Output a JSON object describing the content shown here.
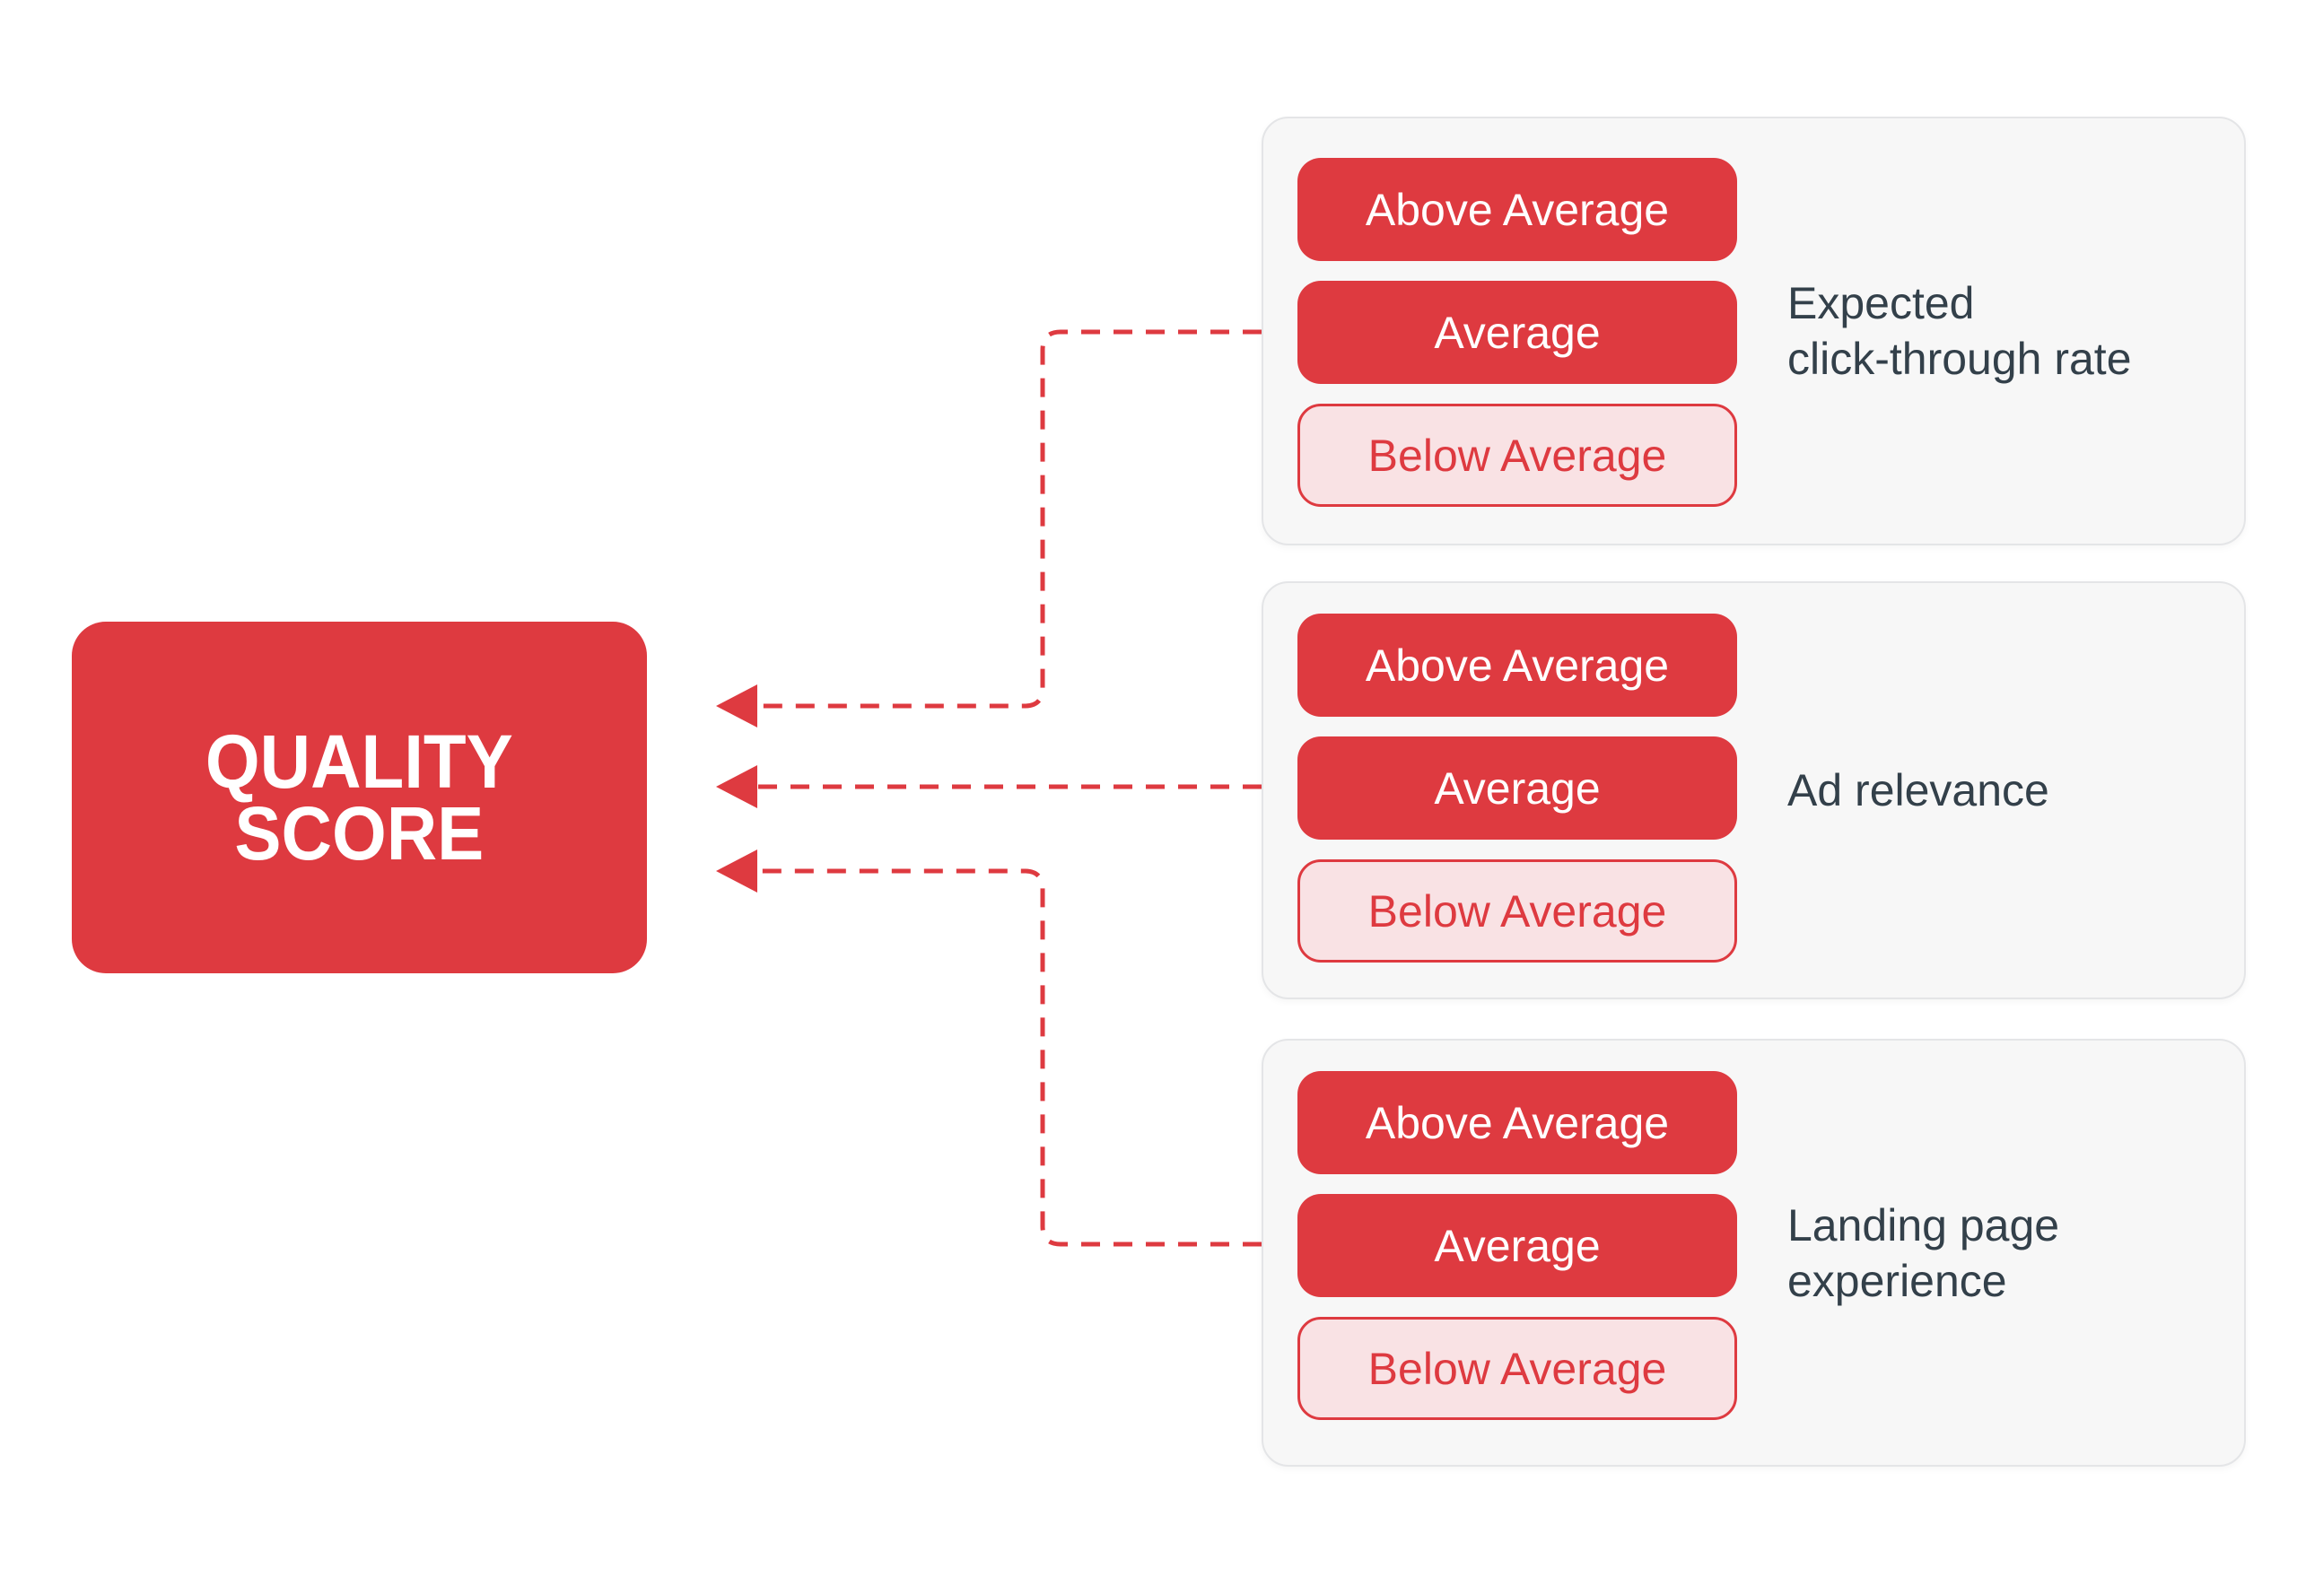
{
  "root_node": {
    "label": "QUALITY SCORE",
    "lines": [
      "QUALITY",
      "SCORE"
    ]
  },
  "panels": [
    {
      "id": "expected-ctr",
      "label": "Expected click-through rate",
      "label_lines": [
        "Expected",
        "click-through rate"
      ],
      "ratings": [
        {
          "label": "Above Average",
          "variant": "solid"
        },
        {
          "label": "Average",
          "variant": "solid"
        },
        {
          "label": "Below Average",
          "variant": "outline"
        }
      ]
    },
    {
      "id": "ad-relevance",
      "label": "Ad relevance",
      "label_lines": [
        "Ad relevance",
        ""
      ],
      "ratings": [
        {
          "label": "Above Average",
          "variant": "solid"
        },
        {
          "label": "Average",
          "variant": "solid"
        },
        {
          "label": "Below Average",
          "variant": "outline"
        }
      ]
    },
    {
      "id": "landing-page-experience",
      "label": "Landing page experience",
      "label_lines": [
        "Landing page",
        "experience"
      ],
      "ratings": [
        {
          "label": "Above Average",
          "variant": "solid"
        },
        {
          "label": "Average",
          "variant": "solid"
        },
        {
          "label": "Below Average",
          "variant": "outline"
        }
      ]
    }
  ],
  "colors": {
    "red": "#DE3A40",
    "pink": "#F9E2E4",
    "panel_bg": "#F7F7F7",
    "panel_border": "#E4E5E7",
    "label_text": "#33404A",
    "title_text": "#FFFFFF"
  }
}
